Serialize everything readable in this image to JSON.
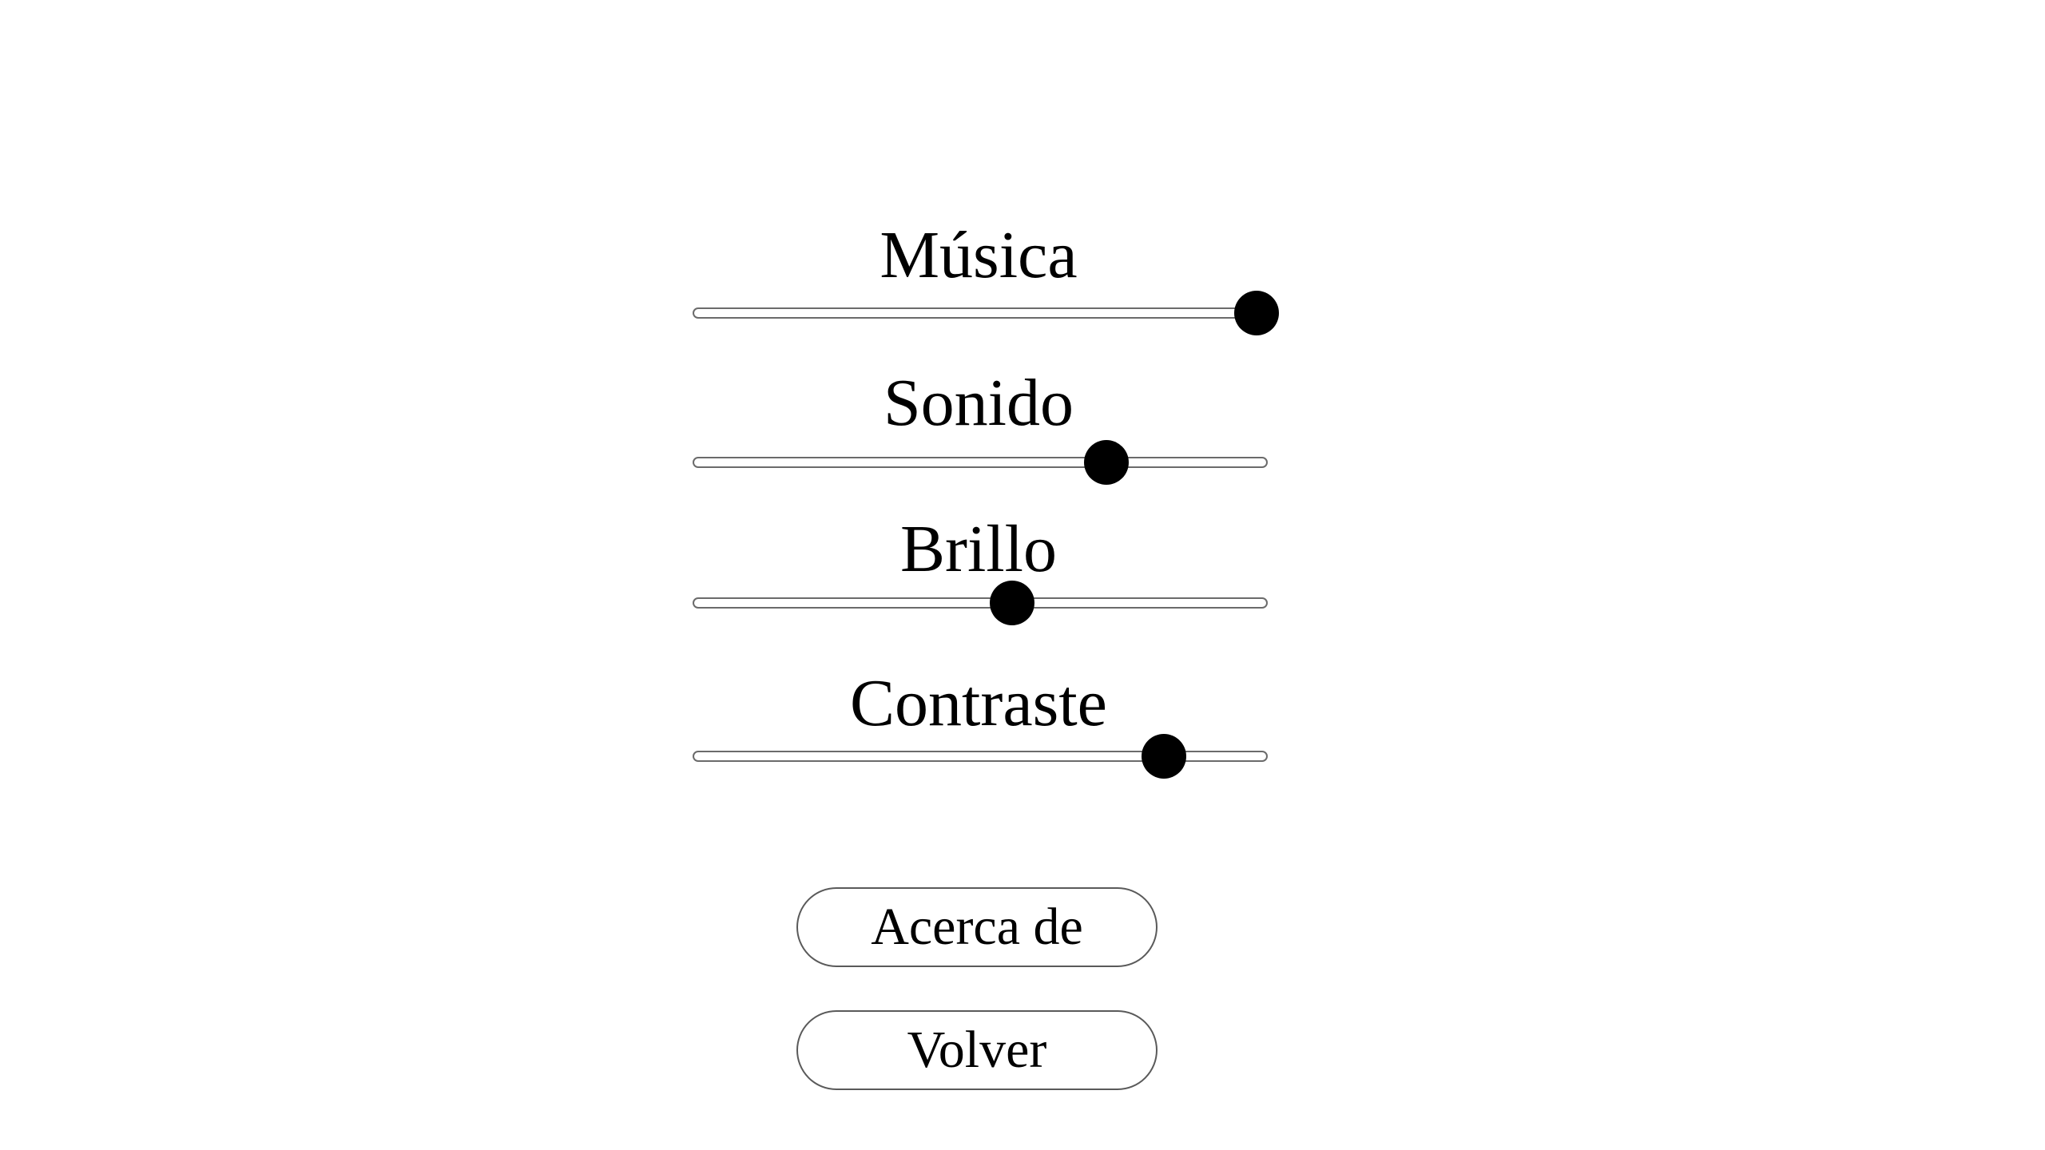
{
  "settings": [
    {
      "label": "Música",
      "value": 0.98
    },
    {
      "label": "Sonido",
      "value": 0.72
    },
    {
      "label": "Brillo",
      "value": 0.555
    },
    {
      "label": "Contraste",
      "value": 0.82
    }
  ],
  "buttons": {
    "about_label": "Acerca de",
    "back_label": "Volver"
  }
}
